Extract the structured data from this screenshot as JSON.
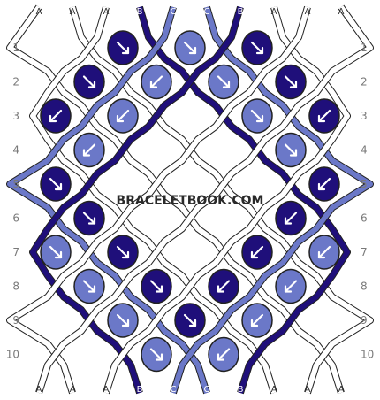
{
  "watermark": "BRACELETBOOK.COM",
  "colors": {
    "A": "#ffffff",
    "B": "#1f0f7a",
    "C": "#6b78c8",
    "outline": "#222222",
    "arrow": "#ffffff"
  },
  "strands": [
    "A",
    "A",
    "A",
    "B",
    "C",
    "C",
    "B",
    "A",
    "A",
    "A"
  ],
  "row_numbers": [
    "1",
    "2",
    "3",
    "4",
    "5",
    "6",
    "7",
    "8",
    "9",
    "10"
  ],
  "knots": [
    {
      "row": 1,
      "col": 3,
      "color": "B",
      "dir": "f"
    },
    {
      "row": 1,
      "col": 5,
      "color": "C",
      "dir": "f"
    },
    {
      "row": 1,
      "col": 7,
      "color": "B",
      "dir": "f"
    },
    {
      "row": 2,
      "col": 2,
      "color": "B",
      "dir": "f"
    },
    {
      "row": 2,
      "col": 4,
      "color": "C",
      "dir": "b"
    },
    {
      "row": 2,
      "col": 6,
      "color": "C",
      "dir": "f"
    },
    {
      "row": 2,
      "col": 8,
      "color": "B",
      "dir": "f"
    },
    {
      "row": 3,
      "col": 1,
      "color": "B",
      "dir": "b"
    },
    {
      "row": 3,
      "col": 3,
      "color": "C",
      "dir": "b"
    },
    {
      "row": 3,
      "col": 7,
      "color": "C",
      "dir": "f"
    },
    {
      "row": 3,
      "col": 9,
      "color": "B",
      "dir": "b"
    },
    {
      "row": 4,
      "col": 2,
      "color": "C",
      "dir": "b"
    },
    {
      "row": 4,
      "col": 8,
      "color": "C",
      "dir": "f"
    },
    {
      "row": 5,
      "col": 1,
      "color": "B",
      "dir": "f"
    },
    {
      "row": 5,
      "col": 9,
      "color": "B",
      "dir": "b"
    },
    {
      "row": 6,
      "col": 2,
      "color": "B",
      "dir": "f"
    },
    {
      "row": 6,
      "col": 8,
      "color": "B",
      "dir": "b"
    },
    {
      "row": 7,
      "col": 1,
      "color": "C",
      "dir": "f"
    },
    {
      "row": 7,
      "col": 3,
      "color": "B",
      "dir": "f"
    },
    {
      "row": 7,
      "col": 7,
      "color": "B",
      "dir": "b"
    },
    {
      "row": 7,
      "col": 9,
      "color": "C",
      "dir": "b"
    },
    {
      "row": 8,
      "col": 2,
      "color": "C",
      "dir": "f"
    },
    {
      "row": 8,
      "col": 4,
      "color": "B",
      "dir": "f"
    },
    {
      "row": 8,
      "col": 6,
      "color": "B",
      "dir": "b"
    },
    {
      "row": 8,
      "col": 8,
      "color": "C",
      "dir": "b"
    },
    {
      "row": 9,
      "col": 3,
      "color": "C",
      "dir": "f"
    },
    {
      "row": 9,
      "col": 5,
      "color": "B",
      "dir": "f"
    },
    {
      "row": 9,
      "col": 7,
      "color": "C",
      "dir": "b"
    },
    {
      "row": 10,
      "col": 4,
      "color": "C",
      "dir": "f"
    },
    {
      "row": 10,
      "col": 6,
      "color": "C",
      "dir": "b"
    }
  ]
}
